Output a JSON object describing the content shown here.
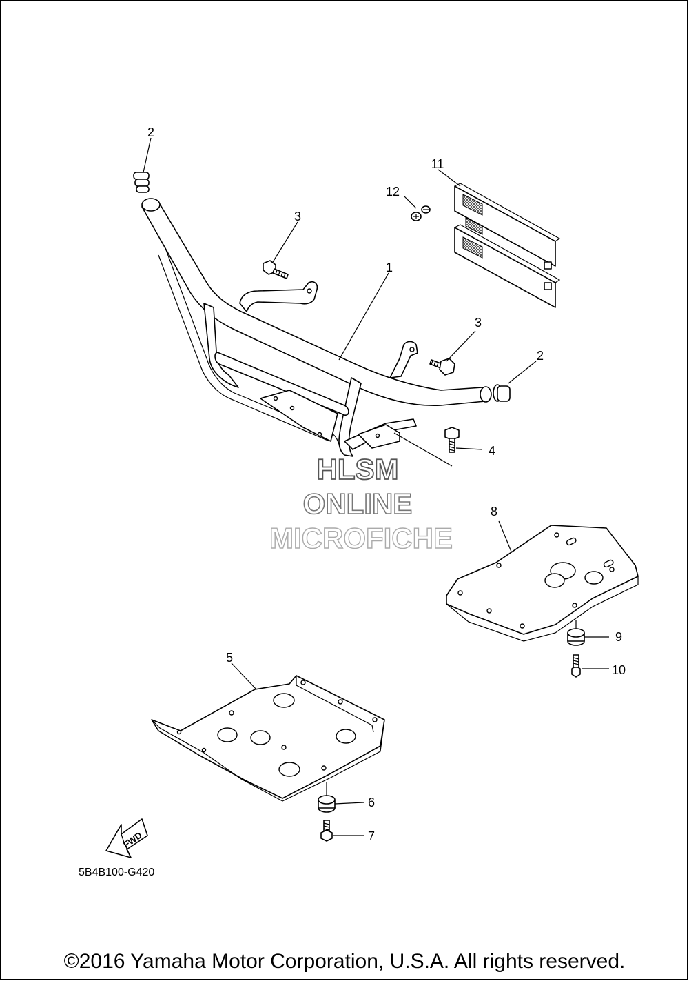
{
  "diagram": {
    "callouts": {
      "c1": "1",
      "c2a": "2",
      "c2b": "2",
      "c3a": "3",
      "c3b": "3",
      "c4": "4",
      "c5": "5",
      "c6": "6",
      "c7": "7",
      "c8": "8",
      "c9": "9",
      "c10": "10",
      "c11": "11",
      "c12": "12"
    },
    "fwd_label": "FWD",
    "diagram_code": "5B4B100-G420"
  },
  "watermark": {
    "line1": "HLSM",
    "line2": "ONLINE",
    "line3": "MICROFICHE"
  },
  "footer": {
    "copyright": "©2016 Yamaha Motor Corporation, U.S.A. All rights reserved."
  }
}
